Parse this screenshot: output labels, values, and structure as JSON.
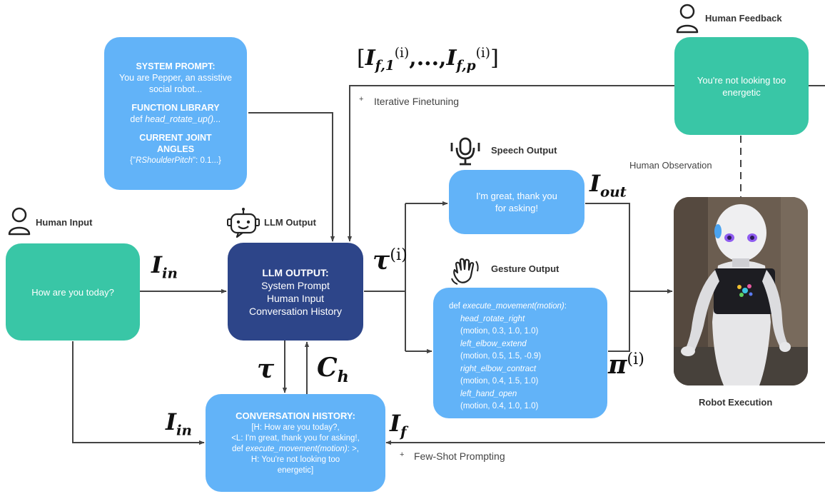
{
  "labels": {
    "human_input": "Human Input",
    "llm_output": "LLM Output",
    "speech_output": "Speech Output",
    "gesture_output": "Gesture Output",
    "human_feedback": "Human Feedback",
    "human_observation": "Human Observation",
    "robot_execution": "Robot Execution",
    "iterative_finetuning": "Iterative Finetuning",
    "few_shot_prompting": "Few-Shot Prompting",
    "plus": "+"
  },
  "system_box": {
    "system_prompt_title": "SYSTEM PROMPT:",
    "system_prompt_text": "You are Pepper, an assistive social robot...",
    "function_library_title": "FUNCTION LIBRARY",
    "function_library_def": "def ",
    "function_library_fn": "head_rotate_up()...",
    "joint_angles_title": "CURRENT JOINT ANGLES",
    "joint_angles_open": "{\"",
    "joint_angles_key": "RShoulderPitch",
    "joint_angles_rest": "\": 0.1...}"
  },
  "human_input_box": {
    "text": "How are you today?"
  },
  "llm_box": {
    "title": "LLM OUTPUT:",
    "lines": [
      "System Prompt",
      "Human Input",
      "Conversation History"
    ]
  },
  "speech_box": {
    "text": "I'm great, thank you for asking!"
  },
  "gesture_box": {
    "def": "def ",
    "fn": "execute_movement(motion)",
    "colon": ":",
    "lines": [
      {
        "text": "head_rotate_right",
        "italic": true
      },
      {
        "text": "(motion, 0.3, 1.0, 1.0)",
        "italic": false
      },
      {
        "text": "left_elbow_extend",
        "italic": true
      },
      {
        "text": "(motion, 0.5, 1.5, -0.9)",
        "italic": false
      },
      {
        "text": "right_elbow_contract",
        "italic": true
      },
      {
        "text": "(motion, 0.4, 1.5, 1.0)",
        "italic": false
      },
      {
        "text": "left_hand_open",
        "italic": true
      },
      {
        "text": "(motion, 0.4, 1.0, 1.0)",
        "italic": false
      }
    ]
  },
  "history_box": {
    "title": "CONVERSATION HISTORY:",
    "line1": "[H: How are you today?,",
    "line2": "<L: I'm great, thank you for asking!,",
    "line3_def": "def ",
    "line3_fn": "execute_movement(motion)",
    "line3_rest": ": >,",
    "line4": "H: You're not looking too",
    "line5": "energetic]"
  },
  "feedback_box": {
    "text": "You're not looking too energetic"
  },
  "math": {
    "I": "I",
    "in": "in",
    "out": "out",
    "f": "f",
    "f1": "f,1",
    "fp": "f,p",
    "i_sup": "(i)",
    "tau": "τ",
    "pi": "π",
    "C": "C",
    "h": "h",
    "open_bracket": "[",
    "close_bracket": "]",
    "ellipsis": ",...,"
  },
  "colors": {
    "blue": "#62b3f8",
    "teal": "#39c6a6",
    "navy": "#2d4589",
    "line": "#444444"
  }
}
